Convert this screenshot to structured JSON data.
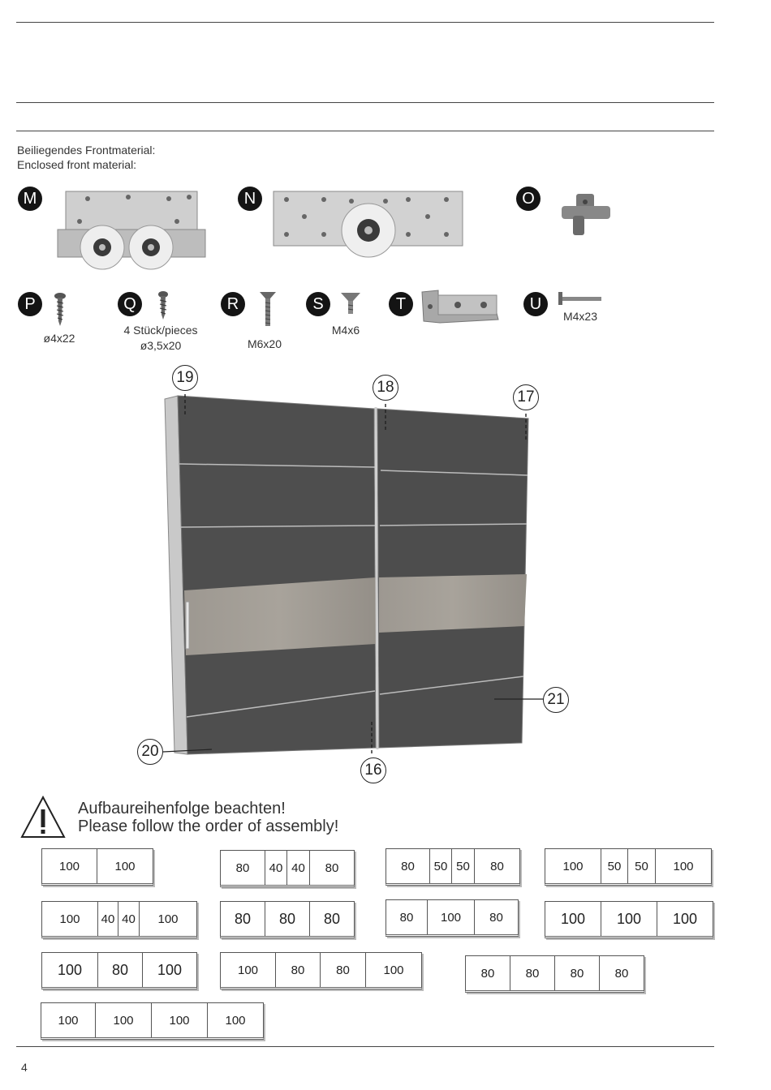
{
  "caption": {
    "line1": "Beiliegendes Frontmaterial:",
    "line2": "Enclosed front material:"
  },
  "parts": [
    {
      "id": "M",
      "label": ""
    },
    {
      "id": "N",
      "label": ""
    },
    {
      "id": "O",
      "label": ""
    },
    {
      "id": "P",
      "label": "ø4x22"
    },
    {
      "id": "Q",
      "label": "4 Stück/pieces",
      "label2": "ø3,5x20"
    },
    {
      "id": "R",
      "label": "M6x20"
    },
    {
      "id": "S",
      "label": "M4x6"
    },
    {
      "id": "T",
      "label": ""
    },
    {
      "id": "U",
      "label": "M4x23"
    }
  ],
  "callouts": [
    "19",
    "18",
    "17",
    "21",
    "20",
    "16"
  ],
  "warning": {
    "line1": "Aufbaureihenfolge beachten!",
    "line2": "Please follow the order of assembly!"
  },
  "configs": [
    [
      "100",
      "100"
    ],
    [
      "80",
      "40",
      "40",
      "80"
    ],
    [
      "80",
      "50",
      "50",
      "80"
    ],
    [
      "100",
      "50",
      "50",
      "100"
    ],
    [
      "100",
      "40",
      "40",
      "100"
    ],
    [
      "80",
      "80",
      "80"
    ],
    [
      "80",
      "100",
      "80"
    ],
    [
      "100",
      "100",
      "100"
    ],
    [
      "100",
      "80",
      "100"
    ],
    [
      "100",
      "80",
      "80",
      "100"
    ],
    [
      "80",
      "80",
      "80",
      "80"
    ],
    [
      "100",
      "100",
      "100",
      "100"
    ]
  ],
  "page_number": "4",
  "colors": {
    "panel": "#4e4e4e",
    "wood": "#9a9690",
    "badge": "#141414"
  }
}
